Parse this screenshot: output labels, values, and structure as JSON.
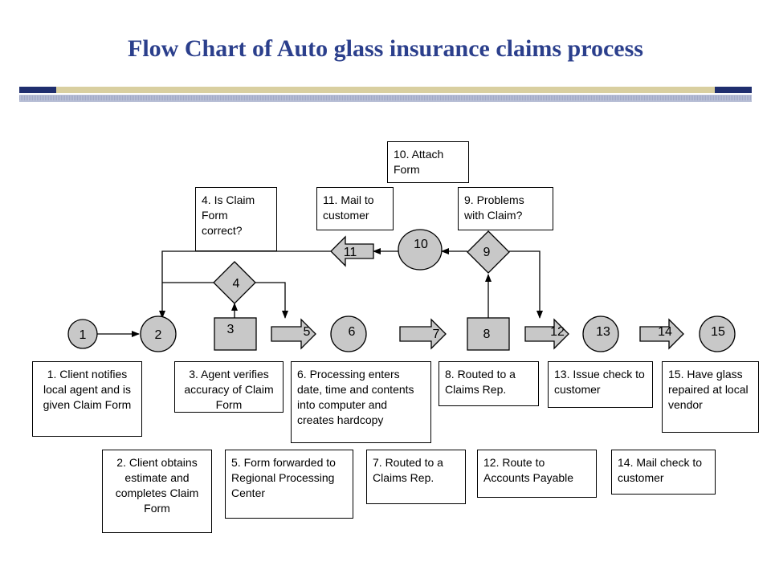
{
  "title": "Flow Chart of Auto glass insurance claims process",
  "colors": {
    "title": "#2b3f8c",
    "band_navy": "#1f2e6e",
    "band_tan": "#d9cfa0",
    "node_fill": "#c8c8c8",
    "arrow_fill": "#bdbdbd"
  },
  "nodes": [
    {
      "id": "1",
      "shape": "circle",
      "label": "1"
    },
    {
      "id": "2",
      "shape": "circle",
      "label": "2"
    },
    {
      "id": "3",
      "shape": "rect",
      "label": "3"
    },
    {
      "id": "4",
      "shape": "diamond",
      "label": "4"
    },
    {
      "id": "5",
      "shape": "block-arrow",
      "label": "5"
    },
    {
      "id": "6",
      "shape": "circle",
      "label": "6"
    },
    {
      "id": "7",
      "shape": "block-arrow",
      "label": "7"
    },
    {
      "id": "8",
      "shape": "rect",
      "label": "8"
    },
    {
      "id": "9",
      "shape": "diamond",
      "label": "9"
    },
    {
      "id": "10",
      "shape": "circle",
      "label": "10"
    },
    {
      "id": "11",
      "shape": "block-arrow-left",
      "label": "11"
    },
    {
      "id": "12",
      "shape": "block-arrow",
      "label": "12"
    },
    {
      "id": "13",
      "shape": "circle",
      "label": "13"
    },
    {
      "id": "14",
      "shape": "block-arrow",
      "label": "14"
    },
    {
      "id": "15",
      "shape": "circle",
      "label": "15"
    }
  ],
  "notes": {
    "n1": "1. Client notifies local agent and is given Claim Form",
    "n2": "2. Client obtains estimate and completes Claim Form",
    "n3": "3. Agent verifies accuracy of Claim Form",
    "n4": "4. Is Claim Form correct?",
    "n5": "5. Form forwarded to Regional Processing Center",
    "n6": "6. Processing enters date, time and contents into computer and creates hardcopy",
    "n7": "7. Routed to a Claims Rep.",
    "n8": "8. Routed to a Claims Rep.",
    "n9": "9. Problems with Claim?",
    "n10": "10. Attach Form",
    "n11": "11. Mail to customer",
    "n12": "12. Route to Accounts Payable",
    "n13": "13. Issue check to customer",
    "n14": "14. Mail check to customer",
    "n15": "15. Have glass repaired at local vendor"
  }
}
